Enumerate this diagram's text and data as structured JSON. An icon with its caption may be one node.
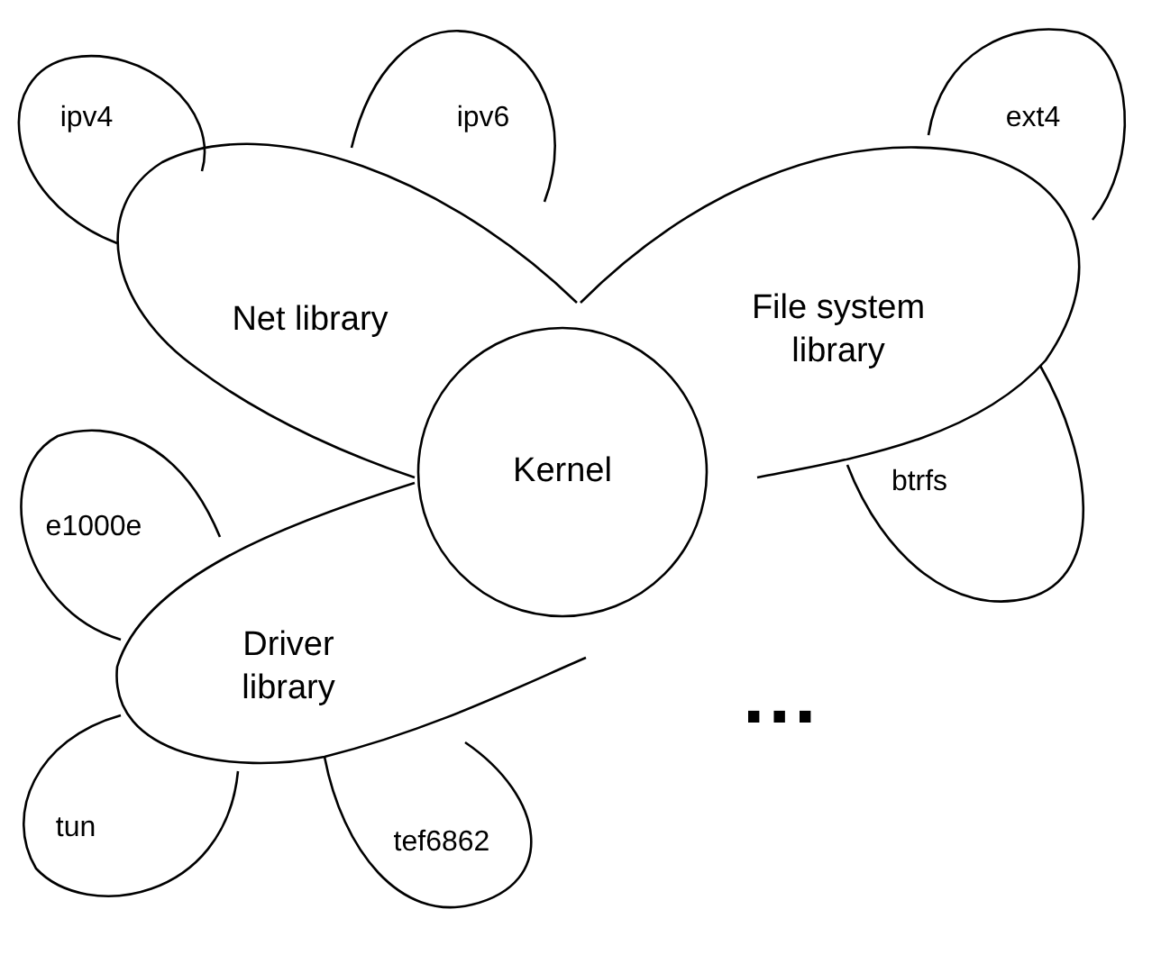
{
  "diagram": {
    "nodes": [
      {
        "text": [
          "Kernel"
        ]
      },
      {
        "text": [
          "Net library"
        ]
      },
      {
        "text": [
          "File system library"
        ]
      },
      {
        "text": [
          "Driver library"
        ]
      },
      {
        "text": [
          "ipv4"
        ]
      },
      {
        "text": [
          "ipv6"
        ]
      },
      {
        "text": [
          "ext4"
        ]
      },
      {
        "text": [
          "e1000e"
        ]
      },
      {
        "text": [
          "btrfs"
        ]
      },
      {
        "text": [
          "tun"
        ]
      },
      {
        "text": [
          "tef6862"
        ]
      }
    ],
    "labels": [
      "..."
    ]
  }
}
